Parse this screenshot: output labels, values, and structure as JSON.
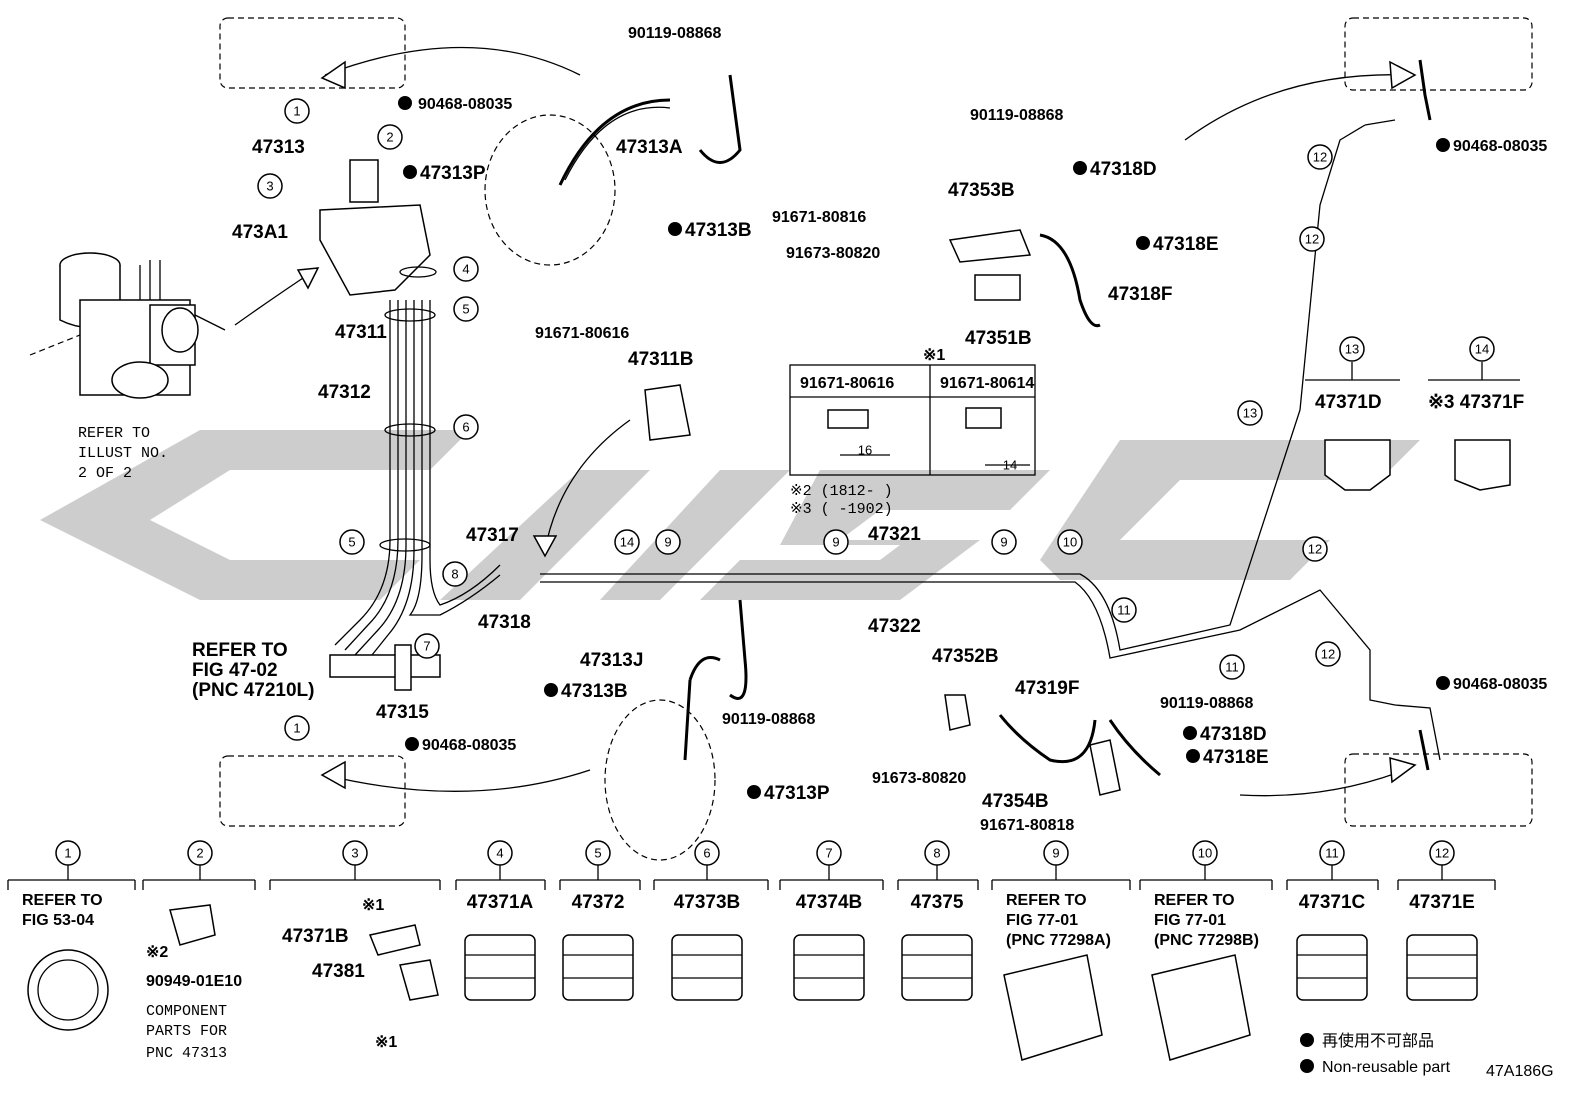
{
  "watermark": {
    "text": "CJSC",
    "color": "#c8c8c8"
  },
  "refs": {
    "refer_illust": [
      "REFER TO",
      "ILLUST NO.",
      "2 OF 2"
    ],
    "refer_fig4702": [
      "REFER TO",
      "FIG 47-02",
      "(PNC 47210L)"
    ]
  },
  "labels": {
    "p90119_08868_a": "90119-08868",
    "p90468_08035_a": "90468-08035",
    "p47313": "47313",
    "p47313A": "47313A",
    "p47313P_a": "47313P",
    "p47313B_a": "47313B",
    "p473A1": "473A1",
    "p47311": "47311",
    "p47312": "47312",
    "p91671_80616": "91671-80616",
    "p47311B": "47311B",
    "p47317": "47317",
    "p47318": "47318",
    "p47321": "47321",
    "p47322": "47322",
    "p47315": "47315",
    "p90468_08035_b": "90468-08035",
    "p47313J": "47313J",
    "p47313B_b": "47313B",
    "p90119_08868_b": "90119-08868",
    "p47313P_b": "47313P",
    "p90119_08868_c": "90119-08868",
    "p47318D_a": "47318D",
    "p47353B": "47353B",
    "p91671_80816": "91671-80816",
    "p47318E_a": "47318E",
    "p91673_80820_a": "91673-80820",
    "p47318F": "47318F",
    "p47351B": "47351B",
    "p47352B": "47352B",
    "p47319F": "47319F",
    "p90119_08868_d": "90119-08868",
    "p47318D_b": "47318D",
    "p47318E_b": "47318E",
    "p91673_80820_b": "91673-80820",
    "p47354B": "47354B",
    "p91671_80818": "91671-80818",
    "p90468_08035_c": "90468-08035",
    "p90468_08035_d": "90468-08035",
    "p47371D": "47371D",
    "p47371F": "※3 47371F"
  },
  "spec_table": {
    "mark": "※1",
    "col1_part": "91671-80616",
    "col2_part": "91671-80614",
    "col1_dim": "16",
    "col2_dim": "14",
    "note2": "※2 (1812-      )",
    "note3": "※3 (       -1902)"
  },
  "legend_items": [
    {
      "num": "1",
      "line1": "REFER TO",
      "line2": "FIG 53-04"
    },
    {
      "num": "2",
      "line1": "※2",
      "line2": "90949-01E10",
      "line3": "COMPONENT",
      "line4": "PARTS FOR",
      "line5": "PNC 47313"
    },
    {
      "num": "3",
      "line1": "47371B",
      "line2": "47381",
      "mark_top": "※1",
      "mark_bot": "※1"
    },
    {
      "num": "4",
      "line1": "47371A"
    },
    {
      "num": "5",
      "line1": "47372"
    },
    {
      "num": "6",
      "line1": "47373B"
    },
    {
      "num": "7",
      "line1": "47374B"
    },
    {
      "num": "8",
      "line1": "47375"
    },
    {
      "num": "9",
      "line1": "REFER TO",
      "line2": "FIG 77-01",
      "line3": "(PNC 77298A)"
    },
    {
      "num": "10",
      "line1": "REFER TO",
      "line2": "FIG 77-01",
      "line3": "(PNC 77298B)"
    },
    {
      "num": "11",
      "line1": "47371C"
    },
    {
      "num": "12",
      "line1": "47371E"
    }
  ],
  "callout_13": "13",
  "callout_14": "14",
  "notes": {
    "jp": "再使用不可部品",
    "en": "Non-reusable part",
    "code": "47A186G"
  }
}
